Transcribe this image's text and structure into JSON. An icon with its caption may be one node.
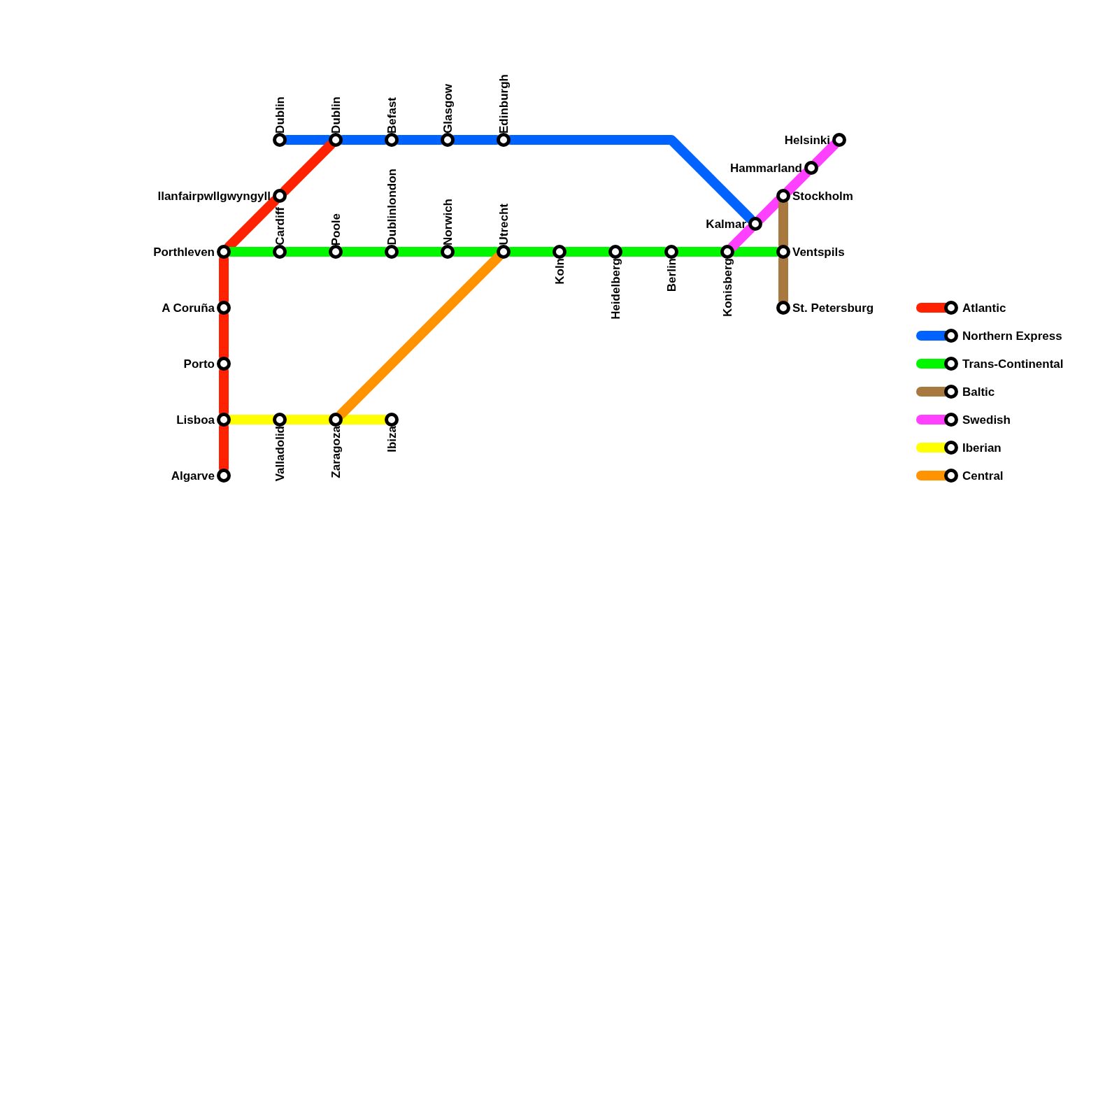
{
  "diagram": {
    "nodes": [
      {
        "text": [
          "Dublin"
        ]
      },
      {
        "text": [
          "Dublin"
        ]
      },
      {
        "text": [
          "Befast"
        ]
      },
      {
        "text": [
          "Glasgow"
        ]
      },
      {
        "text": [
          "Edinburgh"
        ]
      },
      {
        "text": [
          "Helsinki"
        ]
      },
      {
        "text": [
          "Hammarland"
        ]
      },
      {
        "text": [
          "llanfairpwllgwyngyll"
        ]
      },
      {
        "text": [
          "Stockholm"
        ]
      },
      {
        "text": [
          "Kalmar"
        ]
      },
      {
        "text": [
          "Porthleven"
        ]
      },
      {
        "text": [
          "Cardiff"
        ]
      },
      {
        "text": [
          "Poole"
        ]
      },
      {
        "text": [
          "Dublinlondon"
        ]
      },
      {
        "text": [
          "Norwich"
        ]
      },
      {
        "text": [
          "Utrecht"
        ]
      },
      {
        "text": [
          "Koln"
        ]
      },
      {
        "text": [
          "Heidelberg"
        ]
      },
      {
        "text": [
          "Berlin"
        ]
      },
      {
        "text": [
          "Konisberg"
        ]
      },
      {
        "text": [
          "Ventspils"
        ]
      },
      {
        "text": [
          "A Coruña"
        ]
      },
      {
        "text": [
          "St. Petersburg"
        ]
      },
      {
        "text": [
          "Porto"
        ]
      },
      {
        "text": [
          "Lisboa"
        ]
      },
      {
        "text": [
          "Valladolid"
        ]
      },
      {
        "text": [
          "Zaragoza"
        ]
      },
      {
        "text": [
          "Ibiza"
        ]
      },
      {
        "text": [
          "Algarve"
        ]
      }
    ],
    "edges": [
      {
        "from": 0,
        "to": 1,
        "arrow": "none",
        "color": "#0062ff"
      },
      {
        "from": 1,
        "to": 2,
        "arrow": "none",
        "color": "#0062ff"
      },
      {
        "from": 2,
        "to": 3,
        "arrow": "none",
        "color": "#0062ff"
      },
      {
        "from": 3,
        "to": 4,
        "arrow": "none",
        "color": "#0062ff"
      },
      {
        "from": 4,
        "to": 9,
        "arrow": "none",
        "color": "#0062ff"
      },
      {
        "from": 10,
        "to": 7,
        "arrow": "none",
        "color": "#ff2200"
      },
      {
        "from": 7,
        "to": 1,
        "arrow": "none",
        "color": "#ff2200"
      },
      {
        "from": 10,
        "to": 21,
        "arrow": "none",
        "color": "#ff2200"
      },
      {
        "from": 21,
        "to": 23,
        "arrow": "none",
        "color": "#ff2200"
      },
      {
        "from": 23,
        "to": 24,
        "arrow": "none",
        "color": "#ff2200"
      },
      {
        "from": 24,
        "to": 28,
        "arrow": "none",
        "color": "#ff2200"
      },
      {
        "from": 10,
        "to": 11,
        "arrow": "none",
        "color": "#00f700"
      },
      {
        "from": 11,
        "to": 12,
        "arrow": "none",
        "color": "#00f700"
      },
      {
        "from": 12,
        "to": 13,
        "arrow": "none",
        "color": "#00f700"
      },
      {
        "from": 13,
        "to": 14,
        "arrow": "none",
        "color": "#00f700"
      },
      {
        "from": 14,
        "to": 15,
        "arrow": "none",
        "color": "#00f700"
      },
      {
        "from": 15,
        "to": 16,
        "arrow": "none",
        "color": "#00f700"
      },
      {
        "from": 16,
        "to": 17,
        "arrow": "none",
        "color": "#00f700"
      },
      {
        "from": 17,
        "to": 18,
        "arrow": "none",
        "color": "#00f700"
      },
      {
        "from": 18,
        "to": 19,
        "arrow": "none",
        "color": "#00f700"
      },
      {
        "from": 19,
        "to": 20,
        "arrow": "none",
        "color": "#00f700"
      },
      {
        "from": 19,
        "to": 9,
        "arrow": "none",
        "color": "#ff40ff"
      },
      {
        "from": 9,
        "to": 8,
        "arrow": "none",
        "color": "#ff40ff"
      },
      {
        "from": 8,
        "to": 6,
        "arrow": "none",
        "color": "#ff40ff"
      },
      {
        "from": 6,
        "to": 5,
        "arrow": "none",
        "color": "#ff40ff"
      },
      {
        "from": 8,
        "to": 20,
        "arrow": "none",
        "color": "#a8783f"
      },
      {
        "from": 20,
        "to": 22,
        "arrow": "none",
        "color": "#a8783f"
      },
      {
        "from": 24,
        "to": 25,
        "arrow": "none",
        "color": "#ffff00"
      },
      {
        "from": 25,
        "to": 26,
        "arrow": "none",
        "color": "#ffff00"
      },
      {
        "from": 26,
        "to": 27,
        "arrow": "none",
        "color": "#ffff00"
      },
      {
        "from": 26,
        "to": 15,
        "arrow": "none",
        "color": "#ff9300"
      }
    ],
    "legend": [
      {
        "text": "Atlantic",
        "color": "#ff2200"
      },
      {
        "text": "Northern Express",
        "color": "#0062ff"
      },
      {
        "text": "Trans-Continental",
        "color": "#00f700"
      },
      {
        "text": "Baltic",
        "color": "#a8783f"
      },
      {
        "text": "Swedish",
        "color": "#ff40ff"
      },
      {
        "text": "Iberian",
        "color": "#ffff00"
      },
      {
        "text": "Central",
        "color": "#ff9300"
      }
    ]
  }
}
